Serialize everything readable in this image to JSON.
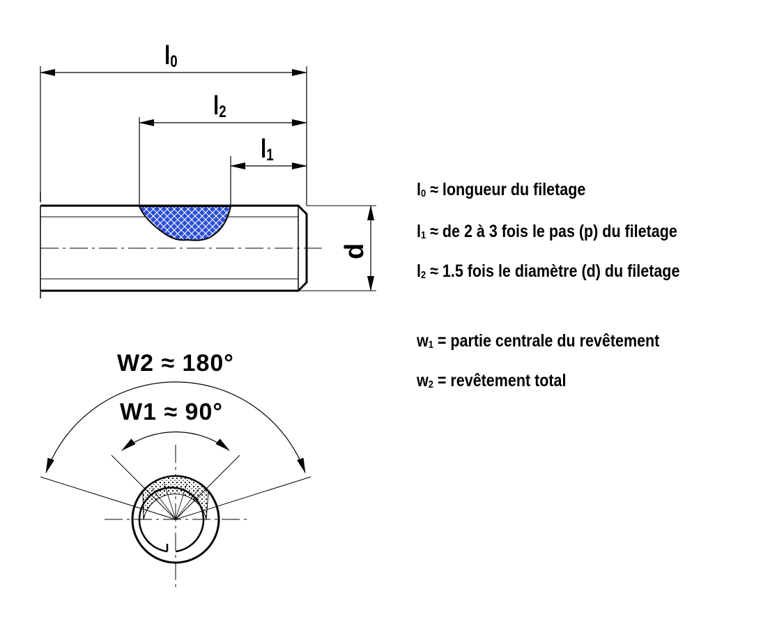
{
  "dimensions": {
    "l0": {
      "sym": "l",
      "sub": "0"
    },
    "l1": {
      "sym": "l",
      "sub": "1"
    },
    "l2": {
      "sym": "l",
      "sub": "2"
    },
    "d": "d"
  },
  "angles": {
    "w2": "W2 ≈ 180°",
    "w1": "W1 ≈ 90°"
  },
  "legend": [
    {
      "sym": "l",
      "sub": "0",
      "text": " ≈ longueur du filetage"
    },
    {
      "sym": "l",
      "sub": "1",
      "text": " ≈ de 2 à 3 fois le pas (p) du filetage"
    },
    {
      "sym": "l",
      "sub": "2",
      "text": " ≈ 1.5 fois le diamètre (d) du filetage"
    },
    {
      "sym": "w",
      "sub": "1",
      "text": " = partie centrale du revêtement"
    },
    {
      "sym": "w",
      "sub": "2",
      "text": " = revêtement total"
    }
  ],
  "colors": {
    "coating": "#2c4fd6",
    "line": "#000000"
  }
}
